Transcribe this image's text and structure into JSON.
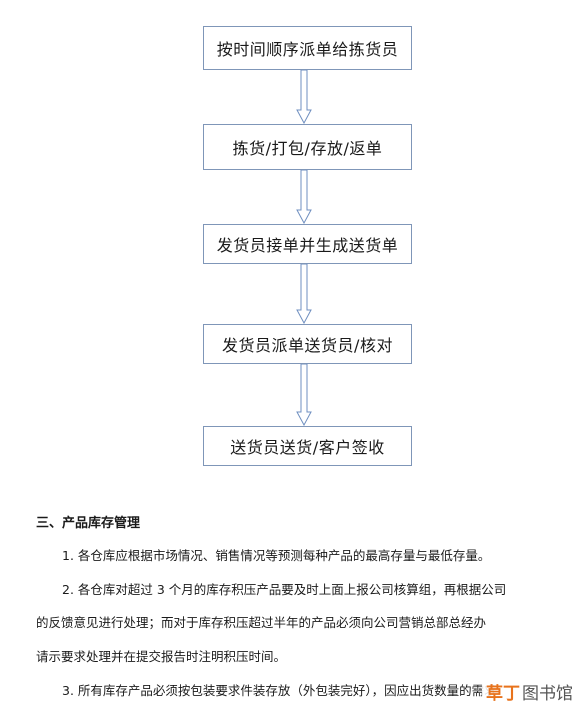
{
  "flowchart": {
    "steps": [
      "按时间顺序派单给拣货员",
      "拣货/打包/存放/返单",
      "发货员接单并生成送货单",
      "发货员派单送货员/核对",
      "送货员送货/客户签收"
    ]
  },
  "section": {
    "title": "三、产品库存管理",
    "lines": [
      "1. 各仓库应根据市场情况、销售情况等预测每种产品的最高存量与最低存量。",
      "2. 各仓库对超过 3 个月的库存积压产品要及时上面上报公司核算组，再根据公司",
      "的反馈意见进行处理；而对于库存积压超过半年的产品必须向公司营销总部总经办",
      "请示要求处理并在提交报告时注明积压时间。",
      "3. 所有库存产品必须按包装要求件装存放（外包装完好），因应出货数量的需求"
    ]
  },
  "watermark": {
    "accent": "草丁",
    "rest": "图书馆"
  },
  "colors": {
    "box_border": "#7f96b8",
    "arrow_stroke": "#6f8fc0",
    "watermark_accent": "#e8731c"
  }
}
